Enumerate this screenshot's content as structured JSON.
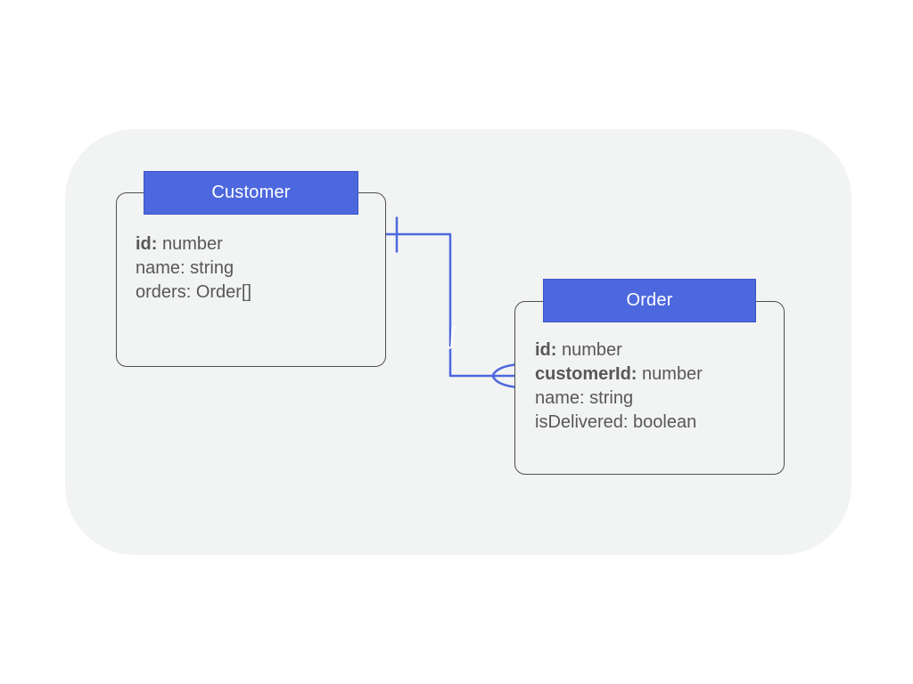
{
  "canvas": {
    "page_background": "#FFFFFF",
    "background": "#F2F3F3"
  },
  "colors": {
    "accent_blue": "#4D68DE",
    "accent_blue_border": "#3C55C6",
    "entity_border": "#4F4F4F",
    "field_text": "#575757",
    "header_text": "#FFFFFF"
  },
  "entities": [
    {
      "name": "Customer",
      "fields": [
        {
          "key": "id",
          "type": "number",
          "bold": true
        },
        {
          "key": "name",
          "type": "string",
          "bold": false
        },
        {
          "key": "orders",
          "type": "Order[]",
          "bold": false
        }
      ]
    },
    {
      "name": "Order",
      "fields": [
        {
          "key": "id",
          "type": "number",
          "bold": true
        },
        {
          "key": "customerId",
          "type": "number",
          "bold": true
        },
        {
          "key": "name",
          "type": "string",
          "bold": false
        },
        {
          "key": "isDelivered",
          "type": "boolean",
          "bold": false
        }
      ]
    }
  ],
  "relationship": {
    "from": "Customer",
    "to": "Order",
    "from_cardinality": "one",
    "to_cardinality": "many",
    "edge_label": "∫"
  }
}
